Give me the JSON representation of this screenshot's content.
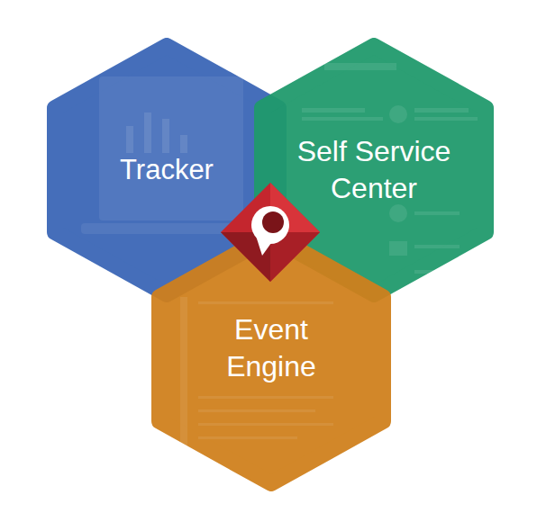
{
  "diagram": {
    "nodes": [
      {
        "text": [
          "Tracker"
        ]
      },
      {
        "text": [
          "Self Service Center"
        ]
      },
      {
        "text": [
          "Event Engine"
        ]
      }
    ]
  }
}
